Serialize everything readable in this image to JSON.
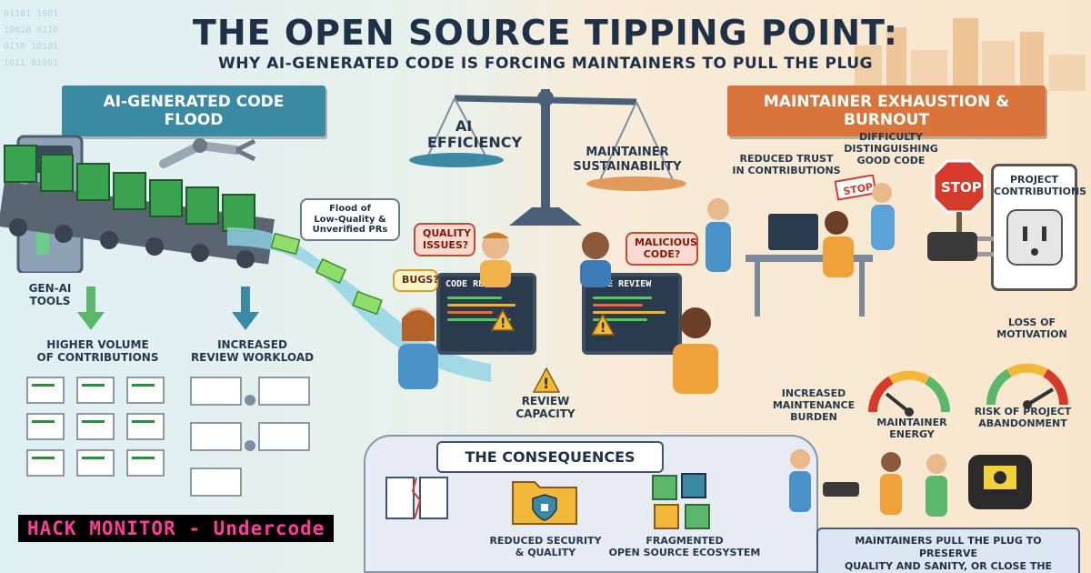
{
  "header": {
    "title": "THE OPEN SOURCE TIPPING POINT:",
    "subtitle": "WHY AI-GENERATED CODE IS FORCING MAINTAINERS TO PULL THE PLUG"
  },
  "left_section": {
    "banner": "AI-GENERATED CODE FLOOD",
    "gen_ai_tools": "GEN-AI\nTOOLS",
    "higher_volume": "HIGHER VOLUME\nOF CONTRIBUTIONS",
    "increased_review": "INCREASED\nREVIEW WORKLOAD",
    "flood_note": "Flood of\nLow-Quality &\nUnverified PRs"
  },
  "scale": {
    "left_pan": "AI\nEFFICIENCY",
    "right_pan": "MAINTAINER\nSUSTAINABILITY"
  },
  "center_section": {
    "bubbles": {
      "quality": "QUALITY\nISSUES?",
      "bugs": "BUGS?",
      "malicious": "MALICIOUS\nCODE?"
    },
    "screen_left": "CODE REVIEW",
    "screen_right": "CODE REVIEW",
    "review_capacity": "REVIEW\nCAPACITY"
  },
  "right_section": {
    "banner": "MAINTAINER EXHAUSTION & BURNOUT",
    "reduced_trust": "REDUCED TRUST\nIN CONTRIBUTIONS",
    "difficulty": "DIFFICULTY\nDISTINGUISHING\nGOOD CODE",
    "stop_sign": "STOP",
    "stop_small": "STOP",
    "project_contributions": "PROJECT\nCONTRIBUTIONS",
    "loss_motivation": "LOSS OF\nMOTIVATION",
    "increased_maintenance": "INCREASED\nMAINTENANCE\nBURDEN",
    "maintainer_energy": "MAINTAINER ENERGY",
    "risk_abandonment": "RISK OF PROJECT\nABANDONMENT"
  },
  "consequences": {
    "title": "THE CONSEQUENCES",
    "items": [
      "REDUCED SECURITY\n& QUALITY",
      "FRAGMENTED\nOPEN SOURCE ECOSYSTEM"
    ]
  },
  "final_message": "MAINTAINERS PULL THE PLUG TO PRESERVE\nQUALITY AND SANITY, OR CLOSE THE PROJECT",
  "watermark": "HACK MONITOR - Undercode",
  "colors": {
    "teal_banner": "#3b8aa3",
    "orange_banner": "#d9743a",
    "navy_text": "#1f3147",
    "code_green": "#2e8b3a",
    "watermark_pink": "#ff3b9a"
  }
}
